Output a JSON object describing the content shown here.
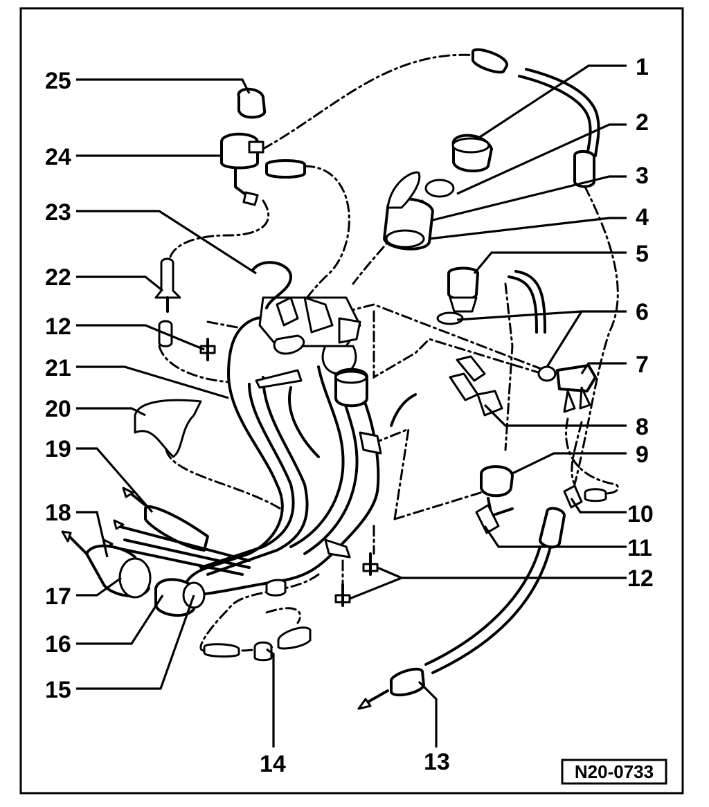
{
  "diagram": {
    "callouts": [
      "1",
      "2",
      "3",
      "4",
      "5",
      "6",
      "7",
      "8",
      "9",
      "10",
      "11",
      "12",
      "13",
      "14",
      "15",
      "16",
      "17",
      "18",
      "19",
      "20",
      "21",
      "22",
      "23",
      "24",
      "25"
    ],
    "reference_code": "N20-0733"
  }
}
